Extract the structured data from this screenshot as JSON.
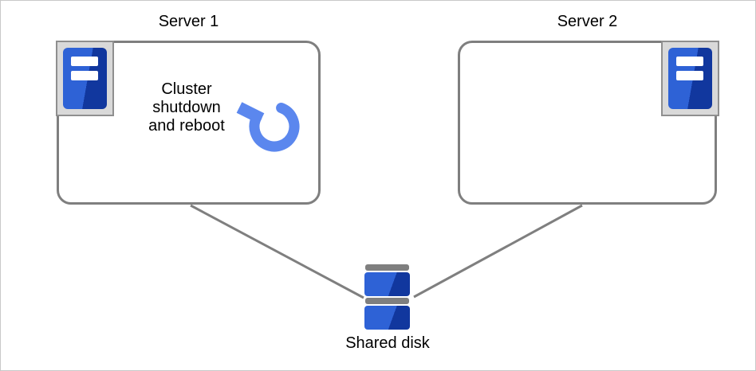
{
  "frame": {
    "background": "#ffffff",
    "border_color": "#c8c8c8"
  },
  "server1": {
    "title": "Server 1",
    "icon": "server-tower-icon",
    "note_line1": "Cluster",
    "note_line2": "shutdown",
    "note_line3": "and reboot",
    "note_icon": "reboot-circular-arrow-icon"
  },
  "server2": {
    "title": "Server 2",
    "icon": "server-tower-icon"
  },
  "shared_disk": {
    "label": "Shared disk",
    "icon": "stacked-disks-icon"
  },
  "connectors": [
    {
      "from": "server1",
      "to": "shared-disk"
    },
    {
      "from": "server2",
      "to": "shared-disk"
    }
  ],
  "colors": {
    "server_blue_light": "#2e62d6",
    "server_blue_dark": "#11379e",
    "reboot_arrow": "#5b87ee",
    "connector_gray": "#7f7f7f",
    "icon_panel_fill": "#d9d9d9",
    "icon_panel_border": "#8f8f8f",
    "text": "#000000"
  }
}
